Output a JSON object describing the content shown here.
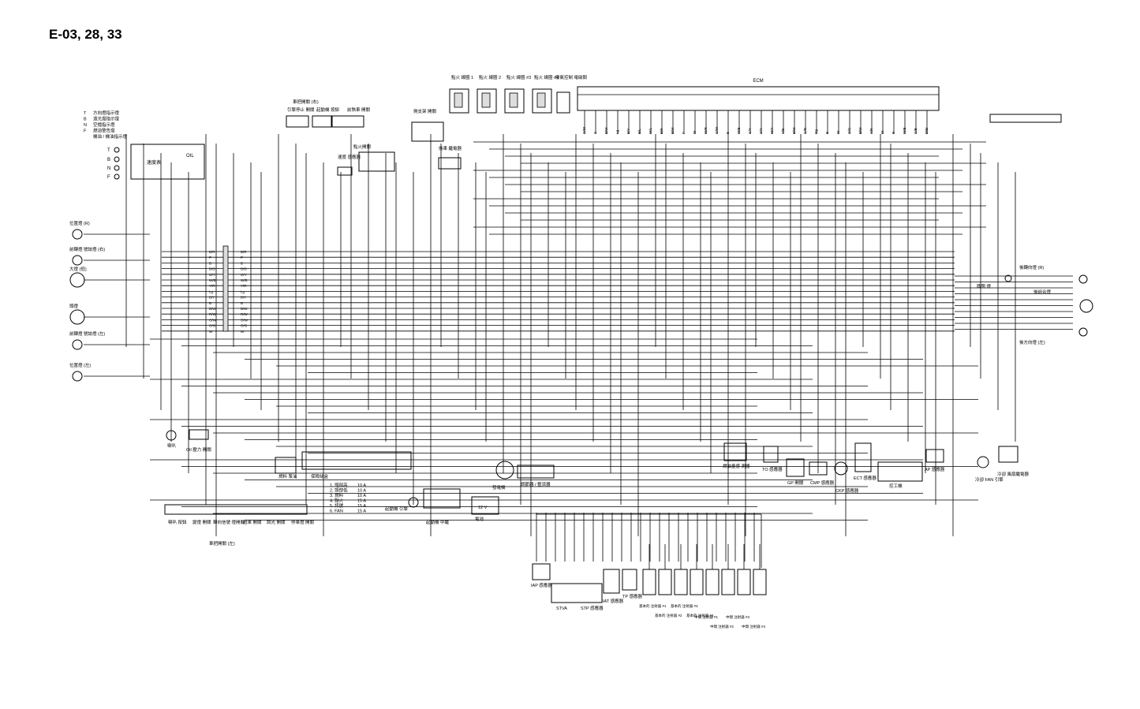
{
  "title": "E-03, 28, 33",
  "ecm_label": "ECM",
  "legend": [
    {
      "key": "T",
      "text": "方向燈指示燈"
    },
    {
      "key": "B",
      "text": "遠光燈指示燈"
    },
    {
      "key": "N",
      "text": "空檔指示燈"
    },
    {
      "key": "F",
      "text": "燃油警告燈"
    },
    {
      "key": "",
      "text": "機油 / 機油指示燈"
    }
  ],
  "meter": {
    "name": "速度表",
    "oil": "OIL",
    "pins": [
      "T",
      "B",
      "N",
      "F"
    ]
  },
  "left_components": [
    "位置燈 (R)",
    "前轉燈 號誌燈 (右)",
    "大燈 (低)",
    "頭燈",
    "前轉燈 號誌燈 (左)",
    "位置燈 (左)"
  ],
  "harness_wires": [
    "B/R",
    "P",
    "B",
    "B/G",
    "O/Y",
    "W/B",
    "Y/R",
    "Lg",
    "B/Y",
    "B",
    "B/W",
    "R/W",
    "O/W",
    "O/G",
    "W"
  ],
  "ignition_coils": [
    "點火 線圈 1",
    "點火 線圈 2",
    "點火 線圈 #3",
    "點火 線圈 #4"
  ],
  "top_components": {
    "right_switch": "車把開關 (右)",
    "engine_stop": "引擎停止 開關",
    "start_switch": "起動機 按鈕",
    "front_brake": "前煞車 開關",
    "ignition_switch": "點火開關",
    "speed_sensor": "速度 感應器",
    "side_stand": "側支架 開關",
    "relay": "換車 繼電器",
    "exhaust_valve": "廢氣控制 電磁閥"
  },
  "right_components": {
    "rear_right": "後轉向燈 (R)",
    "plate": "牌照 燈",
    "tail": "後組合燈",
    "rear_left": "後方向燈 (左)"
  },
  "fuse_box": {
    "label": "保險絲盒",
    "items": [
      {
        "no": "1.",
        "name": "頭部高",
        "rating": "10 A"
      },
      {
        "no": "2.",
        "name": "頭部低",
        "rating": "10 A"
      },
      {
        "no": "3.",
        "name": "燃料",
        "rating": "10 A"
      },
      {
        "no": "4.",
        "name": "點火",
        "rating": "15 A"
      },
      {
        "no": "5.",
        "name": "訊號",
        "rating": "15 A"
      },
      {
        "no": "6.",
        "name": "FAN",
        "rating": "15 A"
      }
    ]
  },
  "bottom_labels": {
    "horn": "喇叭",
    "oil_pressure": "Oil 壓力 開關",
    "fuel_pump": "燃料 泵浦",
    "left_switch": "車把開關 (左)",
    "horn_btn": "喇叭 按鈕",
    "dimmer": "變燈 開關",
    "turn_switch": "轉向信號 燈開關",
    "pass": "超車 開關",
    "hazard": "調光 開關",
    "lap": "停車燈 開關",
    "starter_motor": "起動機 引擎",
    "starter_relay": "起動機 中繼",
    "generator": "發電機",
    "regulator": "調節器 / 整流器",
    "battery": "電池",
    "battery_v": "12 V",
    "iap": "IAP 感應器",
    "stva": "STVA",
    "stp": "STP 感應器",
    "iat": "IAT 感應器",
    "tp": "TP 感應器",
    "fuel_level": "燃油量感 測器",
    "to": "TO 感應器",
    "gp": "GP 開關",
    "cmp": "CMP 感應器",
    "ckp": "CKP 感應器",
    "ect": "ECT 感應器",
    "isc": "控工機",
    "ap": "AP 感應器",
    "fan": "冷卻 FAN 引擎",
    "cooling": "冷卻 風扇繼電器"
  },
  "injectors": [
    "基本的 注射器 #1",
    "基本的 注射器 #2",
    "基本的 注射器 #3",
    "基本的 注射器 #4",
    "中間 注射器 #1",
    "中間 注射器 #2",
    "中間 注射器 #3",
    "中間 注射器 #4"
  ],
  "ecm_pins": [
    "O/W",
    "G",
    "B/W",
    "Lg",
    "B/Y",
    "B/L",
    "W/L",
    "B/R",
    "B/W",
    "P",
    "W",
    "W/R",
    "O/W",
    "B",
    "W/B",
    "G/Y",
    "O/Y",
    "W/Y",
    "Y/B",
    "B/W",
    "G/R",
    "Dg",
    "B",
    "W",
    "O/G",
    "B/W",
    "Y/R",
    "W",
    "R",
    "W/B",
    "G/B",
    "B/Br"
  ]
}
